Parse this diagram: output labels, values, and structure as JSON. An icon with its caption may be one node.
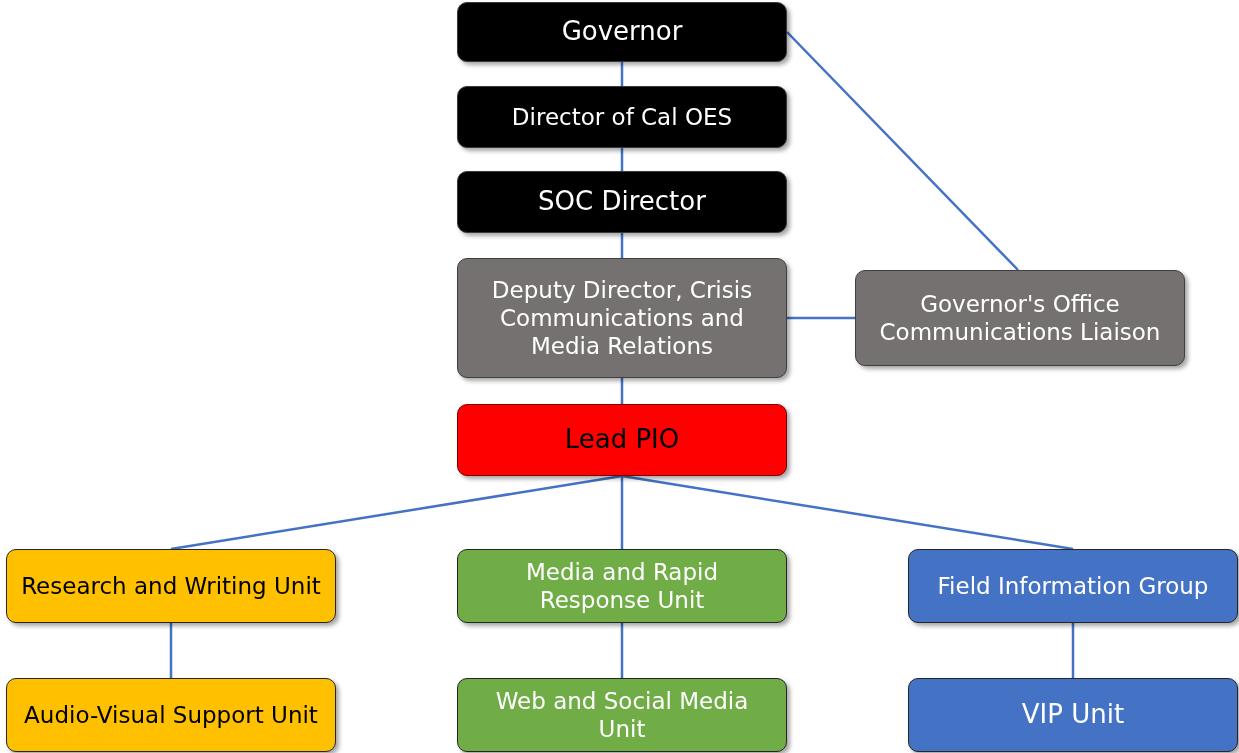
{
  "diagram": {
    "nodes": [
      {
        "text": [
          "Governor"
        ]
      },
      {
        "text": [
          "Director of Cal OES"
        ]
      },
      {
        "text": [
          "SOC Director"
        ]
      },
      {
        "text": [
          "Deputy Director, Crisis Communications and Media Relations"
        ]
      },
      {
        "text": [
          "Governor's Office Communications Liaison"
        ]
      },
      {
        "text": [
          "Lead PIO"
        ]
      },
      {
        "text": [
          "Research and Writing Unit"
        ]
      },
      {
        "text": [
          "Media and Rapid Response Unit"
        ]
      },
      {
        "text": [
          "Field Information Group"
        ]
      },
      {
        "text": [
          "Audio-Visual Support Unit"
        ]
      },
      {
        "text": [
          "Web and Social Media Unit"
        ]
      },
      {
        "text": [
          "VIP Unit"
        ]
      }
    ],
    "edges": [
      {
        "from": 0,
        "to": 1,
        "arrow": "none"
      },
      {
        "from": 1,
        "to": 2,
        "arrow": "none"
      },
      {
        "from": 2,
        "to": 3,
        "arrow": "none"
      },
      {
        "from": 0,
        "to": 4,
        "arrow": "none"
      },
      {
        "from": 3,
        "to": 4,
        "arrow": "none"
      },
      {
        "from": 3,
        "to": 5,
        "arrow": "none"
      },
      {
        "from": 5,
        "to": 6,
        "arrow": "none"
      },
      {
        "from": 5,
        "to": 7,
        "arrow": "none"
      },
      {
        "from": 5,
        "to": 8,
        "arrow": "none"
      },
      {
        "from": 6,
        "to": 9,
        "arrow": "none"
      },
      {
        "from": 7,
        "to": 10,
        "arrow": "none"
      },
      {
        "from": 8,
        "to": 11,
        "arrow": "none"
      }
    ]
  }
}
